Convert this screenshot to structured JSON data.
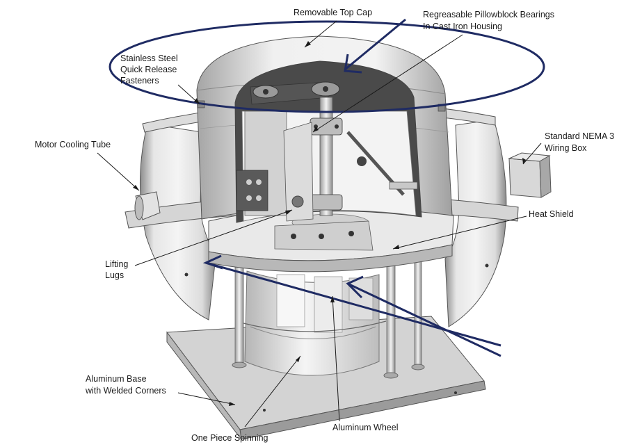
{
  "labels": {
    "top_cap": "Removable Top Cap",
    "bearings_1": "Regreasable Pillowblock Bearings",
    "bearings_2": "In Cast Iron Housing",
    "fasteners_1": "Stainless Steel",
    "fasteners_2": "Quick Release",
    "fasteners_3": "Fasteners",
    "cooling_tube": "Motor Cooling Tube",
    "wiring_1": "Standard NEMA 3",
    "wiring_2": "Wiring Box",
    "heat_shield": "Heat Shield",
    "lugs_1": "Lifting",
    "lugs_2": "Lugs",
    "base_1": "Aluminum Base",
    "base_2": "with Welded Corners",
    "wheel": "Aluminum Wheel",
    "spinning": "One Piece Spinning"
  },
  "colors": {
    "overlay": "#1f2b63",
    "metal_light": "#eeeeee",
    "metal_mid": "#c8c8c8",
    "metal_dark": "#6e6e6e",
    "ink": "#1a1a1a"
  }
}
